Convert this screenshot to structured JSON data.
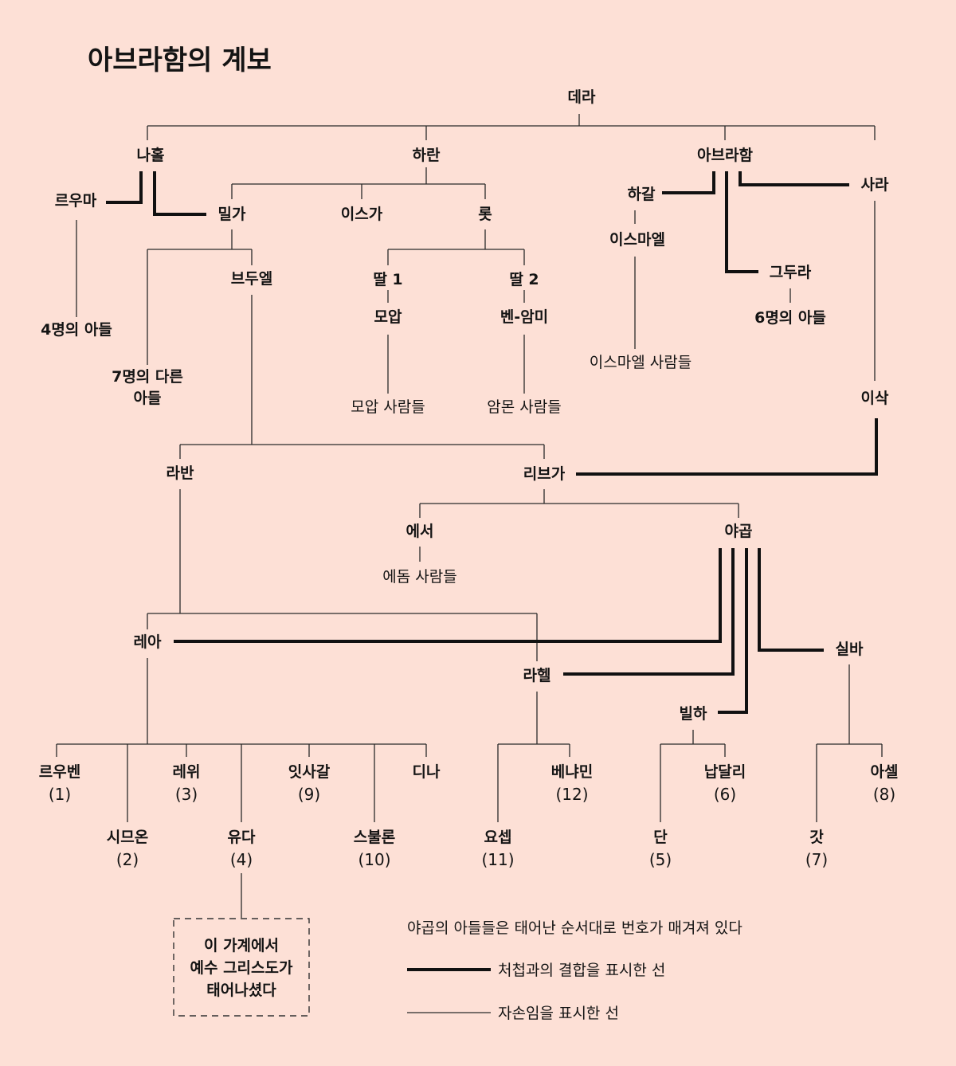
{
  "title": "아브라함의 계보",
  "people": {
    "terah": "데라",
    "nahor": "나홀",
    "haran": "하란",
    "abraham": "아브라함",
    "reumah": "르우마",
    "milcah": "밀가",
    "iscah": "이스가",
    "lot": "롯",
    "hagar": "하갈",
    "sarah": "사라",
    "ishmael": "이스마엘",
    "keturah": "그두라",
    "bethuel": "브두엘",
    "daughter1": "딸 1",
    "daughter2": "딸 2",
    "moab": "모압",
    "benammi": "벤-암미",
    "isaac": "이삭",
    "laban": "라반",
    "rebekah": "리브가",
    "esau": "에서",
    "jacob": "야곱",
    "leah": "레아",
    "rachel": "라헬",
    "bilhah": "빌하",
    "zilpah": "실바",
    "dinah": "디나"
  },
  "groups": {
    "four_sons": "4명의 아들",
    "seven_sons_l1": "7명의 다른",
    "seven_sons_l2": "아들",
    "six_sons": "6명의 아들",
    "ishmaelites": "이스마엘 사람들",
    "moabites": "모압 사람들",
    "ammonites": "암몬 사람들",
    "edomites": "에돔 사람들"
  },
  "sons": [
    {
      "name": "르우벤",
      "order": "(1)"
    },
    {
      "name": "시므온",
      "order": "(2)"
    },
    {
      "name": "레위",
      "order": "(3)"
    },
    {
      "name": "유다",
      "order": "(4)"
    },
    {
      "name": "잇사갈",
      "order": "(9)"
    },
    {
      "name": "스불론",
      "order": "(10)"
    },
    {
      "name": "요셉",
      "order": "(11)"
    },
    {
      "name": "베냐민",
      "order": "(12)"
    },
    {
      "name": "단",
      "order": "(5)"
    },
    {
      "name": "납달리",
      "order": "(6)"
    },
    {
      "name": "갓",
      "order": "(7)"
    },
    {
      "name": "아셀",
      "order": "(8)"
    }
  ],
  "note": [
    "이 가계에서",
    "예수 그리스도가",
    "태어나셨다"
  ],
  "legend": {
    "caption": "야곱의 아들들은 태어난 순서대로 번호가 매겨져 있다",
    "thick": "처첩과의 결합을 표시한 선",
    "thin": "자손임을 표시한 선"
  },
  "colors": {
    "background": "#fde0d6",
    "ink": "#141414"
  }
}
